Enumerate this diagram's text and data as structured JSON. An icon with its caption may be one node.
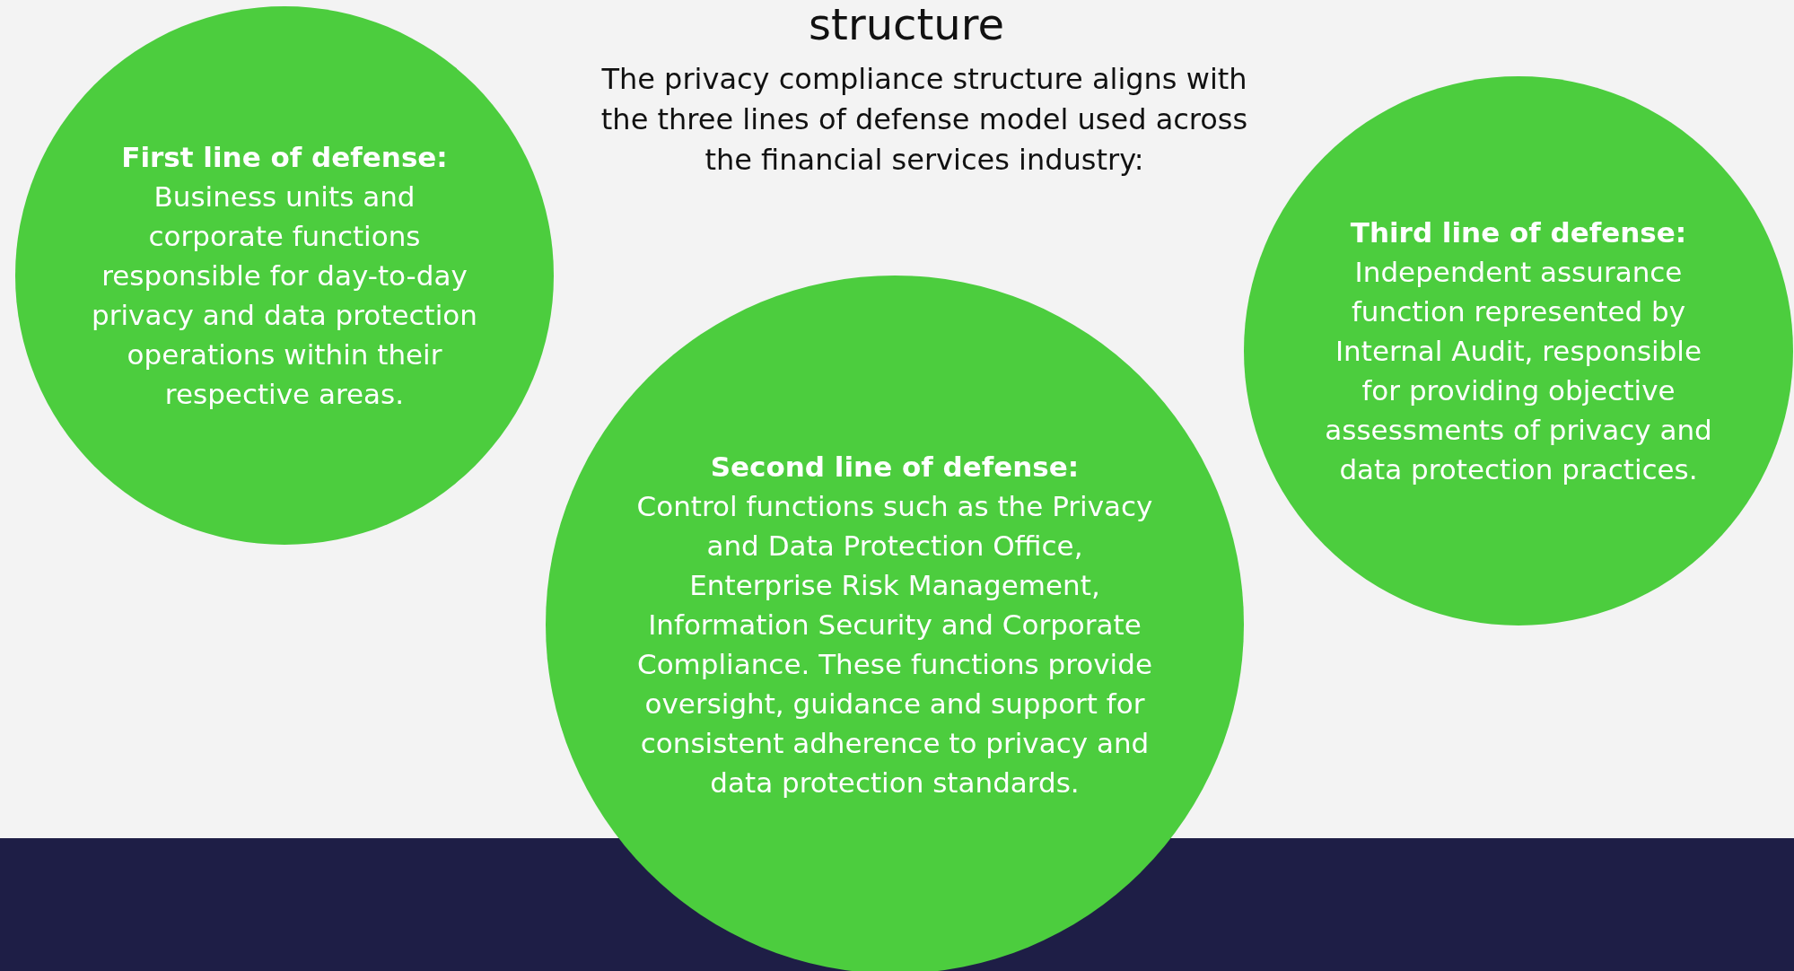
{
  "diagram": {
    "title": "structure",
    "nodes": [
      {
        "text": [
          "First line of defense:",
          "Business units and corporate functions responsible for day-to-day privacy and data protection operations within their respective areas."
        ]
      },
      {
        "text": [
          "Second line of defense:",
          "Control functions such as the Privacy and Data Protection Office, Enterprise Risk Management, Information Security and Corporate Compliance. These functions provide oversight, guidance and support for consistent adherence to privacy and data protection standards."
        ]
      },
      {
        "text": [
          "Third line of defense:",
          "Independent assurance function represented by Internal Audit, responsible for providing objective assessments of privacy and data protection practices."
        ]
      }
    ],
    "edges": [],
    "labels": [
      "The privacy compliance structure aligns with the three lines of defense model used across the financial services industry:"
    ]
  }
}
